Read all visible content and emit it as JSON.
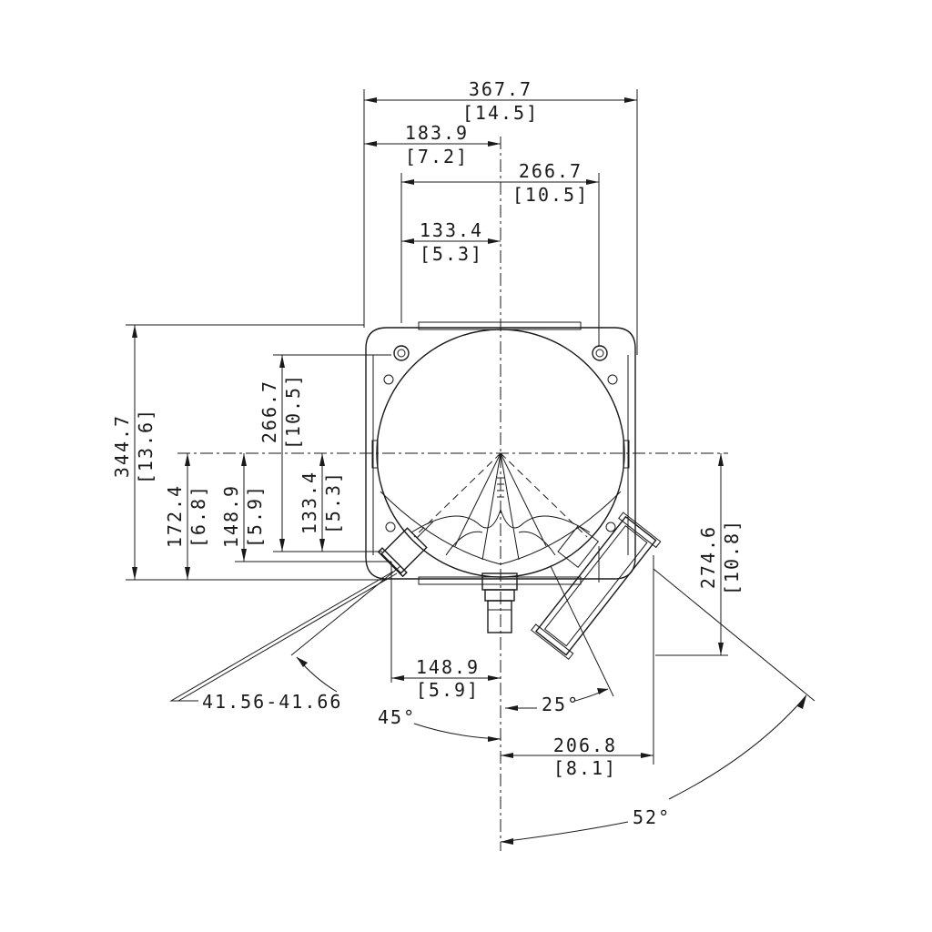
{
  "dimensions": {
    "overall_width": {
      "mm": "367.7",
      "in": "[14.5]"
    },
    "half_width": {
      "mm": "183.9",
      "in": "[7.2]"
    },
    "mount_spacing_x": {
      "mm": "266.7",
      "in": "[10.5]"
    },
    "half_mount_x": {
      "mm": "133.4",
      "in": "[5.3]"
    },
    "overall_depth": {
      "mm": "344.7",
      "in": "[13.6]"
    },
    "center_to_front": {
      "mm": "172.4",
      "in": "[6.8]"
    },
    "center_to_port_y": {
      "mm": "148.9",
      "in": "[5.9]"
    },
    "mount_spacing_y": {
      "mm": "266.7",
      "in": "[10.5]"
    },
    "half_mount_y": {
      "mm": "133.4",
      "in": "[5.3]"
    },
    "center_to_box_y": {
      "mm": "274.6",
      "in": "[10.8]"
    },
    "port_offset_x": {
      "mm": "148.9",
      "in": "[5.9]"
    },
    "box_offset_x": {
      "mm": "206.8",
      "in": "[8.1]"
    }
  },
  "callouts": {
    "port_diameter": "41.56-41.66",
    "angle_port": "45°",
    "angle_outlet": "25°",
    "angle_box": "52°"
  }
}
